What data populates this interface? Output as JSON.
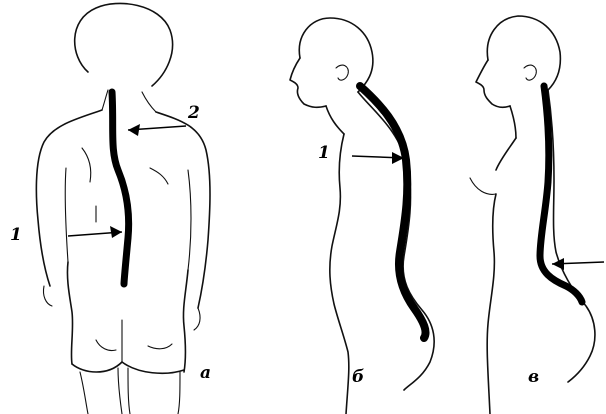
{
  "figure": {
    "panel_labels": {
      "a": "а",
      "b": "б",
      "c": "в"
    },
    "markers": {
      "one_back": "1",
      "two_back": "2",
      "one_side": "1"
    }
  },
  "colors": {
    "spine": "#000000",
    "outline": "#111111",
    "background": "#ffffff"
  }
}
